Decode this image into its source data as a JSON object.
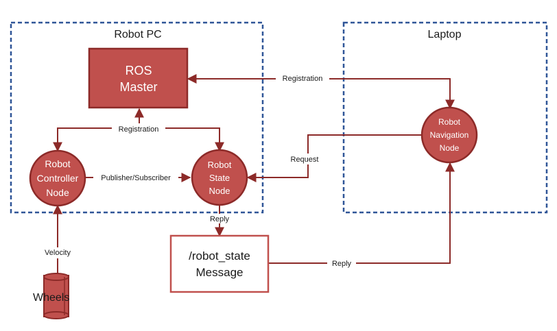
{
  "groups": {
    "robot_pc": "Robot PC",
    "laptop": "Laptop"
  },
  "nodes": {
    "ros_master": {
      "line1": "ROS",
      "line2": "Master"
    },
    "robot_controller": {
      "line1": "Robot",
      "line2": "Controller",
      "line3": "Node"
    },
    "robot_state": {
      "line1": "Robot",
      "line2": "State",
      "line3": "Node"
    },
    "robot_navigation": {
      "line1": "Robot",
      "line2": "Navigation",
      "line3": "Node"
    }
  },
  "message": {
    "line1": "/robot_state",
    "line2": "Message"
  },
  "wheels": "Wheels",
  "edges": {
    "registration_top": "Registration",
    "registration_mid": "Registration",
    "publisher_subscriber": "Publisher/Subscriber",
    "request": "Request",
    "reply_state": "Reply",
    "reply_message": "Reply",
    "velocity": "Velocity"
  },
  "colors": {
    "node_fill": "#c0504d",
    "node_stroke": "#8c2a28",
    "group_border": "#2f5597"
  }
}
